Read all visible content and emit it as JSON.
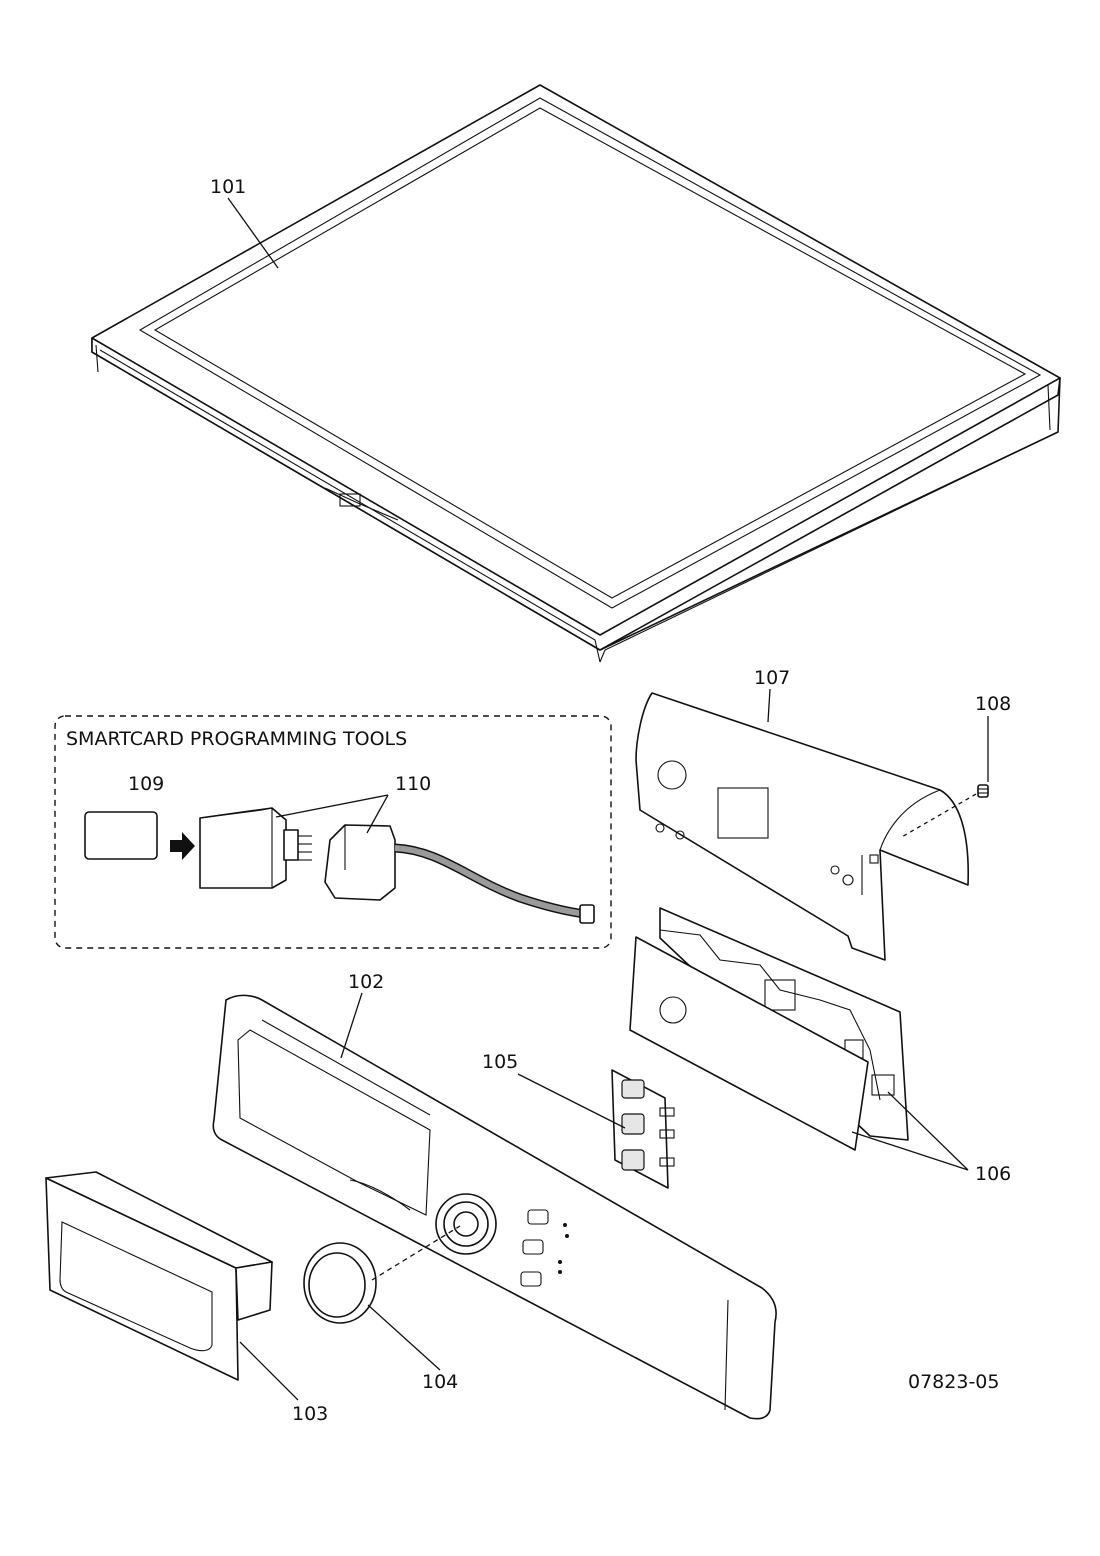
{
  "diagram": {
    "callouts": {
      "c101": "101",
      "c102": "102",
      "c103": "103",
      "c104": "104",
      "c105": "105",
      "c106": "106",
      "c107": "107",
      "c108": "108",
      "c109": "109",
      "c110": "110"
    },
    "smartcard_box_title": "SMARTCARD PROGRAMMING TOOLS",
    "figure_number": "07823-05"
  }
}
